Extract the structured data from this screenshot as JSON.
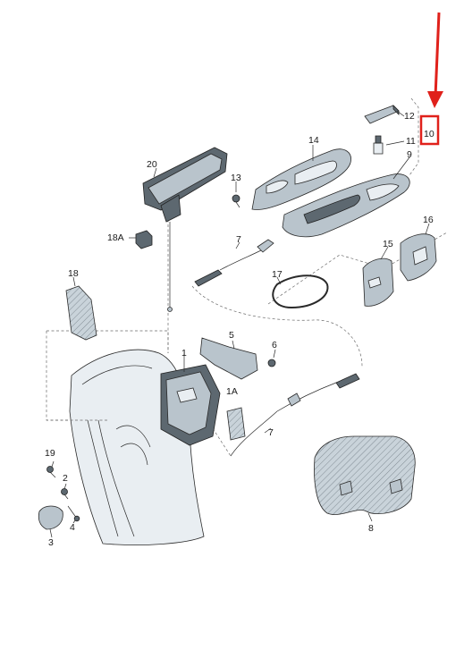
{
  "callouts": {
    "c1": "1",
    "c1A": "1A",
    "c2": "2",
    "c3": "3",
    "c4": "4",
    "c5": "5",
    "c6": "6",
    "c7a": "7",
    "c7b": "7",
    "c8": "8",
    "c9": "9",
    "c10": "10",
    "c11": "11",
    "c12": "12",
    "c13": "13",
    "c14": "14",
    "c15": "15",
    "c16": "16",
    "c17": "17",
    "c18": "18",
    "c18A": "18A",
    "c19": "19",
    "c20": "20"
  },
  "highlight": {
    "target": "10",
    "color": "#e0211b"
  }
}
